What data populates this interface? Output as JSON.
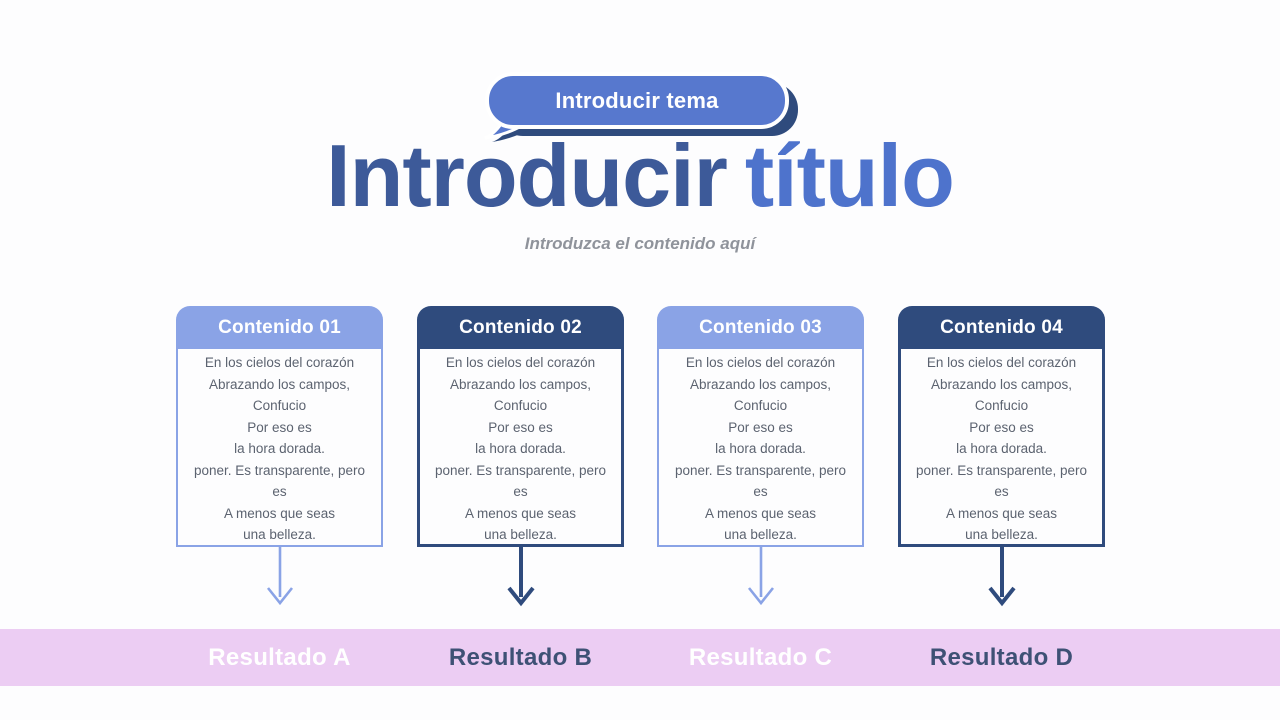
{
  "slide": {
    "badge": {
      "label": "Introducir tema"
    },
    "title": {
      "part_dark": "Introducir",
      "part_light": "título"
    },
    "subtitle": "Introduzca el contenido aquí"
  },
  "columns": [
    {
      "header": "Contenido 01",
      "variant": "light",
      "lines": [
        "En los cielos del corazón",
        "Abrazando los campos,",
        "Confucio",
        "Por eso es",
        "la hora dorada.",
        "poner. Es transparente, pero",
        "es",
        "A menos que seas",
        "una belleza."
      ]
    },
    {
      "header": "Contenido 02",
      "variant": "dark",
      "lines": [
        "En los cielos del corazón",
        "Abrazando los campos,",
        "Confucio",
        "Por eso es",
        "la hora dorada.",
        "poner. Es transparente, pero",
        "es",
        "A menos que seas",
        "una belleza."
      ]
    },
    {
      "header": "Contenido 03",
      "variant": "light",
      "lines": [
        "En los cielos del corazón",
        "Abrazando los campos,",
        "Confucio",
        "Por eso es",
        "la hora dorada.",
        "poner. Es transparente, pero",
        "es",
        "A menos que seas",
        "una belleza."
      ]
    },
    {
      "header": "Contenido 04",
      "variant": "dark",
      "lines": [
        "En los cielos del corazón",
        "Abrazando los campos,",
        "Confucio",
        "Por eso es",
        "la hora dorada.",
        "poner. Es transparente, pero",
        "es",
        "A menos que seas",
        "una belleza."
      ]
    }
  ],
  "results": [
    {
      "label": "Resultado A",
      "variant": "light"
    },
    {
      "label": "Resultado B",
      "variant": "dark"
    },
    {
      "label": "Resultado C",
      "variant": "light"
    },
    {
      "label": "Resultado D",
      "variant": "dark"
    }
  ],
  "colors": {
    "bg": "#fdfdfe",
    "light": "#8aa3e6",
    "dark": "#2f4b7d",
    "badge": "#5778ce",
    "title-dark": "#3d5a99",
    "title-light": "#4e73cc",
    "subtitle": "#8f939b",
    "body-text": "#5c6370",
    "band": "#eccdf3",
    "result-light": "#ffffff",
    "result-dark": "#3e5175"
  }
}
